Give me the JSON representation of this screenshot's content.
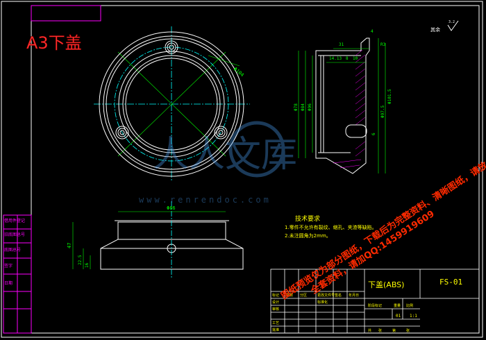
{
  "watermark_title": "A3下盖",
  "roughness_note": "其余",
  "roughness_value": "3.2",
  "tech_requirements": {
    "title": "技术要求",
    "lines": [
      "1.零件不允许有裂纹、缩孔、夹渣等缺陷。",
      "2.未注圆角为2mm。"
    ]
  },
  "part_name": "下盖(ABS)",
  "drawing_number": "FS-01",
  "scale": "1:1",
  "qty": "01",
  "title_block_labels": [
    "标记",
    "处数",
    "分区",
    "更改文件号",
    "签名",
    "年月日",
    "设计",
    "标准化",
    "审核",
    "工艺",
    "批准",
    "阶段标记",
    "重量",
    "比例",
    "共",
    "张",
    "第",
    "张"
  ],
  "side_labels": [
    "借用件登记",
    "旧底图总号",
    "底图总号",
    "签字",
    "日期"
  ],
  "dims": {
    "front_dia": "Φ104",
    "top_width": "Φ86",
    "height_total": "47",
    "height_a": "22.5",
    "height_b": "16",
    "sec_d1": "Φ78",
    "sec_d2": "Φ84",
    "sec_d3": "Φ96",
    "sec_d4": "Φ97.5",
    "sec_d5": "Φ101.5",
    "sec_t1": "4",
    "sec_t2": "14.13",
    "sec_t3": "8",
    "sec_t4": "10",
    "sec_t5": "31",
    "sec_r": "R3",
    "sec_h": "6"
  },
  "watermark_site": "www.renrendoc.com",
  "watermark_brand": "人人文库",
  "promo_text": "图纸预览仅为部分图纸，下载后为完整资料、清晰图纸，请放心购买下载！",
  "promo_text2": "全套资料，请加QQ:1459919609",
  "colors": {
    "background": "#000000",
    "frame": "#ffffff",
    "geometry": "#ffffff",
    "center": "#00ffff",
    "dimension": "#00ff00",
    "hatch": "#ff00ff",
    "tech": "#ffff00",
    "promo": "#ff2a00",
    "title_text": "#ff3030"
  }
}
